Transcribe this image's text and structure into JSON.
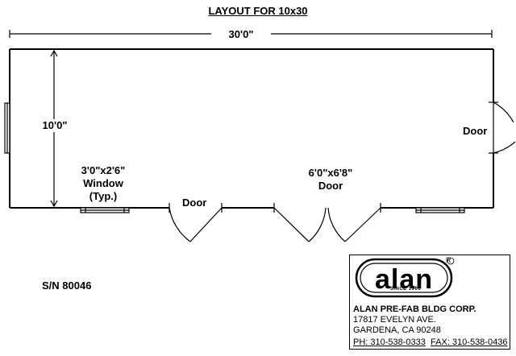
{
  "title": "LAYOUT FOR 10x30",
  "dimensions": {
    "length": "30'0\"",
    "width": "10'0\""
  },
  "labels": {
    "door_right": "Door",
    "window_size": "3'0\"x2'6\"",
    "window_name": "Window",
    "window_typ": "(Typ.)",
    "door_front": "Door",
    "double_door_size": "6'0\"x6'8\"",
    "double_door_name": "Door"
  },
  "serial": "S/N 80046",
  "company": {
    "logo_text": "alan",
    "since": "SINCE 1966",
    "name": "ALAN PRE-FAB BLDG CORP.",
    "address_line1": "17817 EVELYN AVE.",
    "address_line2": "GARDENA, CA 90248",
    "phone": "PH: 310-538-0333",
    "fax": "FAX: 310-538-0436"
  }
}
